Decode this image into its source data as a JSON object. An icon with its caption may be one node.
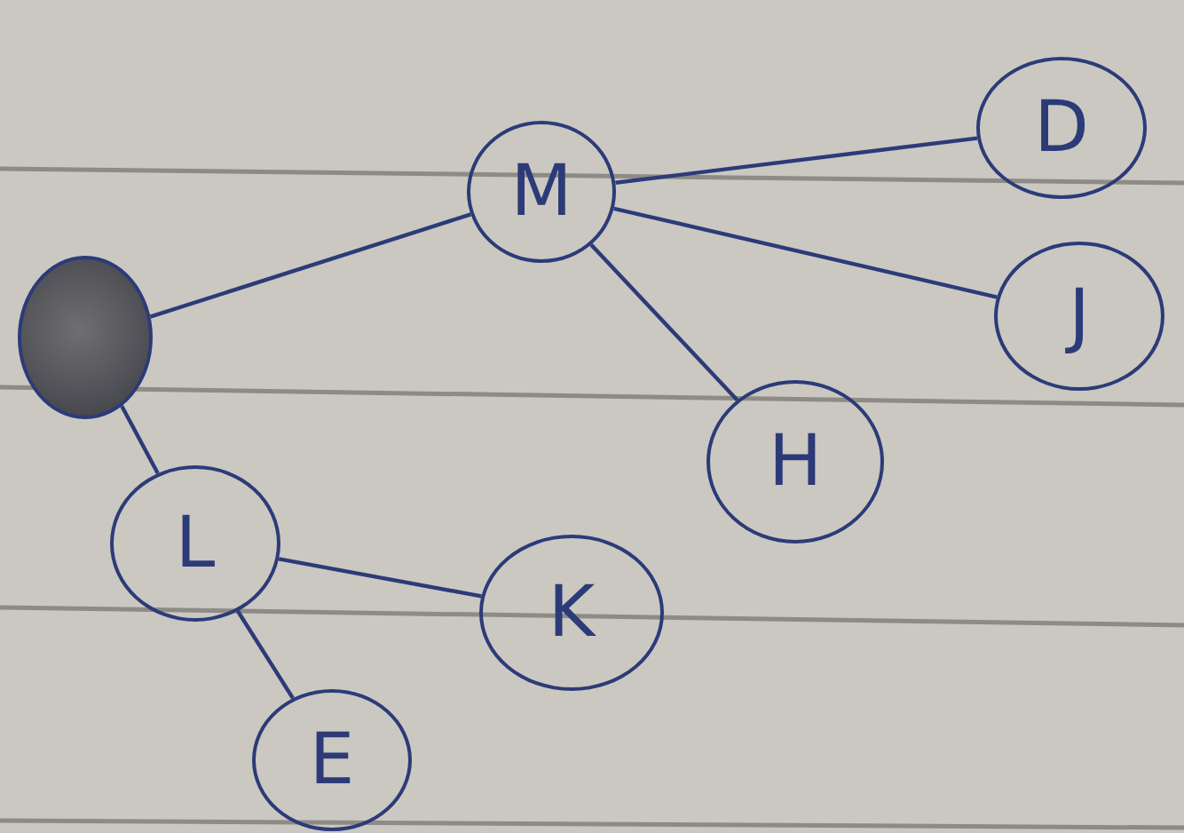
{
  "diagram": {
    "nodes": [
      {
        "text": [],
        "shape": "circle"
      },
      {
        "text": [
          "M"
        ]
      },
      {
        "text": [
          "D"
        ]
      },
      {
        "text": [
          "J"
        ]
      },
      {
        "text": [
          "H"
        ]
      },
      {
        "text": [
          "L"
        ]
      },
      {
        "text": [
          "K"
        ]
      },
      {
        "text": [
          "E"
        ]
      }
    ],
    "edges": [
      {
        "from": 0,
        "to": 1,
        "arrow": "none"
      },
      {
        "from": 1,
        "to": 2,
        "arrow": "none"
      },
      {
        "from": 1,
        "to": 3,
        "arrow": "none"
      },
      {
        "from": 1,
        "to": 4,
        "arrow": "none"
      },
      {
        "from": 0,
        "to": 5,
        "arrow": "none"
      },
      {
        "from": 5,
        "to": 6,
        "arrow": "none"
      },
      {
        "from": 5,
        "to": 7,
        "arrow": "none"
      }
    ]
  }
}
